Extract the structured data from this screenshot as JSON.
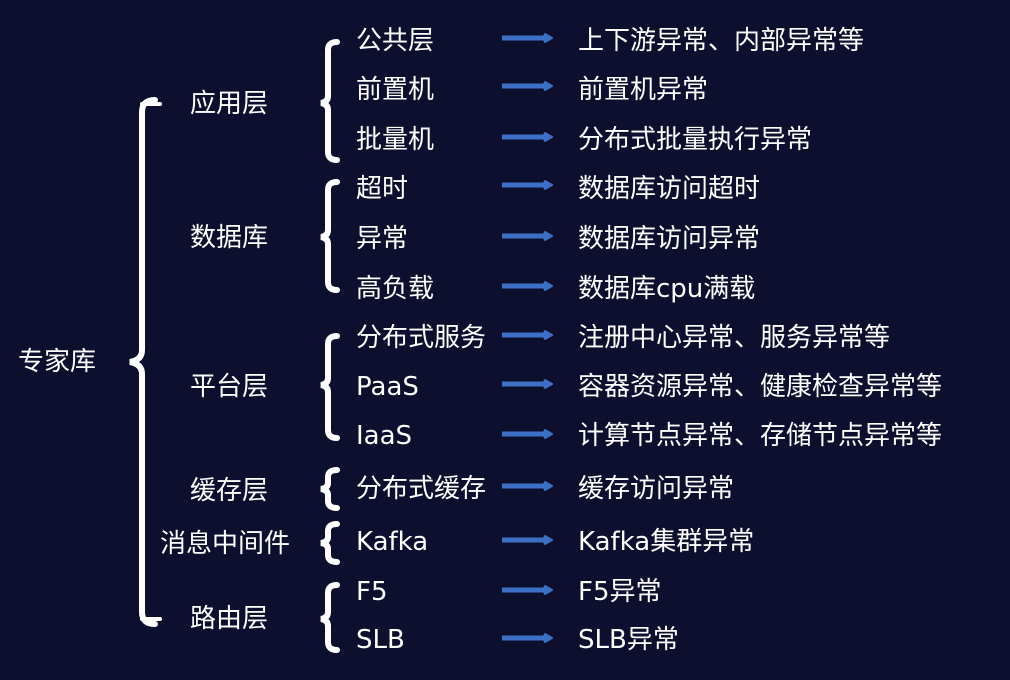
{
  "root": "专家库",
  "groups": [
    {
      "label": "应用层",
      "items": [
        {
          "name": "公共层",
          "result": "上下游异常、内部异常等"
        },
        {
          "name": "前置机",
          "result": "前置机异常"
        },
        {
          "name": "批量机",
          "result": "分布式批量执行异常"
        }
      ]
    },
    {
      "label": "数据库",
      "items": [
        {
          "name": "超时",
          "result": "数据库访问超时"
        },
        {
          "name": "异常",
          "result": "数据库访问异常"
        },
        {
          "name": "高负载",
          "result": "数据库cpu满载"
        }
      ]
    },
    {
      "label": "平台层",
      "items": [
        {
          "name": "分布式服务",
          "result": "注册中心异常、服务异常等"
        },
        {
          "name": "PaaS",
          "result": "容器资源异常、健康检查异常等"
        },
        {
          "name": "IaaS",
          "result": "计算节点异常、存储节点异常等"
        }
      ]
    },
    {
      "label": "缓存层",
      "items": [
        {
          "name": "分布式缓存",
          "result": "缓存访问异常"
        }
      ]
    },
    {
      "label": "消息中间件",
      "items": [
        {
          "name": "Kafka",
          "result": "Kafka集群异常"
        }
      ]
    },
    {
      "label": "路由层",
      "items": [
        {
          "name": "F5",
          "result": "F5异常"
        },
        {
          "name": "SLB",
          "result": "SLB异常"
        }
      ]
    }
  ],
  "colors": {
    "background": "#0c0f2e",
    "text": "#ffffff",
    "bracket": "#ffffff",
    "arrow": "#3d6fc4"
  }
}
